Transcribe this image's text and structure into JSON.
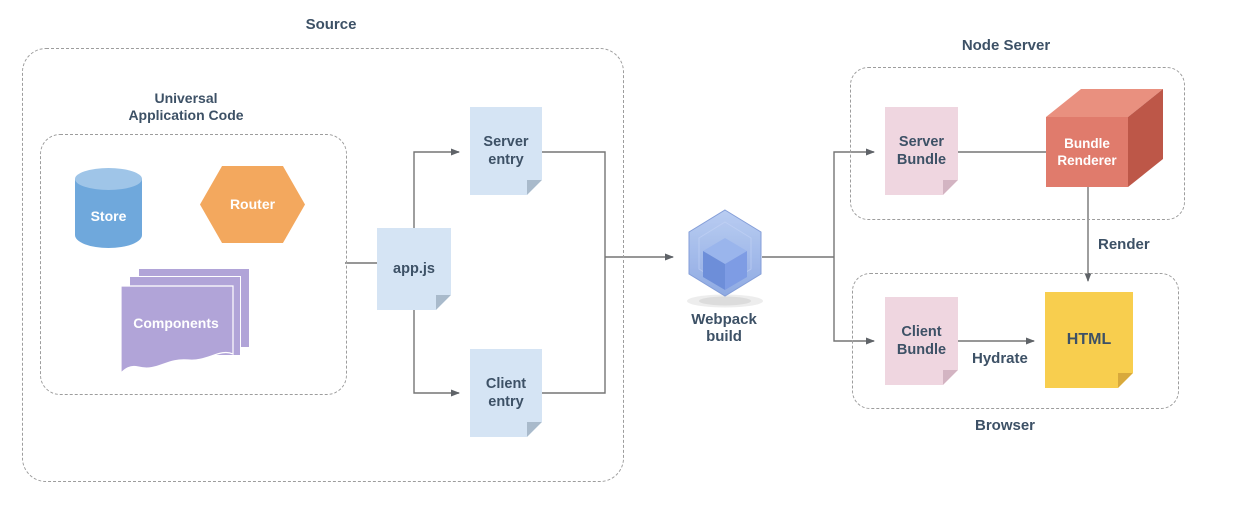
{
  "groups": {
    "source": {
      "label": "Source"
    },
    "universal": {
      "label": "Universal\nApplication Code"
    },
    "node_server": {
      "label": "Node Server"
    },
    "browser": {
      "label": "Browser"
    }
  },
  "nodes": {
    "store": {
      "label": "Store",
      "color": "#6fa8dc"
    },
    "router": {
      "label": "Router",
      "color": "#f3a85e"
    },
    "components": {
      "label": "Components",
      "color": "#b1a4d8"
    },
    "app_js": {
      "label": "app.js",
      "color": "#d5e4f4"
    },
    "server_entry": {
      "label": "Server\nentry",
      "color": "#d5e4f4"
    },
    "client_entry": {
      "label": "Client\nentry",
      "color": "#d5e4f4"
    },
    "webpack": {
      "label": "Webpack\nbuild",
      "color": "#8fa9e2"
    },
    "server_bundle": {
      "label": "Server\nBundle",
      "color": "#efd6e0"
    },
    "bundle_renderer": {
      "label": "Bundle\nRenderer",
      "color": "#e07b6c"
    },
    "client_bundle": {
      "label": "Client\nBundle",
      "color": "#efd6e0"
    },
    "html": {
      "label": "HTML",
      "color": "#f8ce4e"
    }
  },
  "edges": {
    "render": {
      "label": "Render"
    },
    "hydrate": {
      "label": "Hydrate"
    }
  },
  "colors": {
    "text": "#3d5166",
    "line": "#747474",
    "dashed_border": "#9d9d9d"
  }
}
